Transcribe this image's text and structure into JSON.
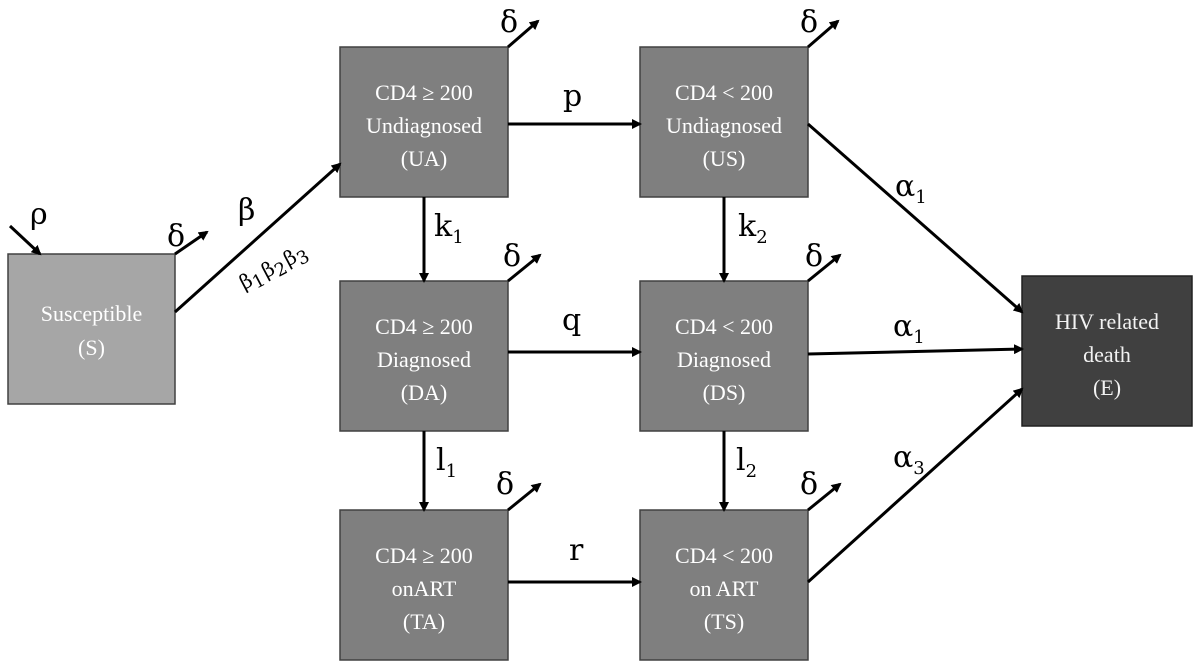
{
  "diagram": {
    "nodes": {
      "S": {
        "lines": [
          "Susceptible",
          "(S)"
        ],
        "fill": "#a6a6a6"
      },
      "UA": {
        "lines": [
          "CD4 ≥ 200",
          "Undiagnosed",
          "(UA)"
        ],
        "fill": "#7f7f7f"
      },
      "US": {
        "lines": [
          "CD4 < 200",
          "Undiagnosed",
          "(US)"
        ],
        "fill": "#7f7f7f"
      },
      "DA": {
        "lines": [
          "CD4 ≥ 200",
          "Diagnosed",
          "(DA)"
        ],
        "fill": "#7f7f7f"
      },
      "DS": {
        "lines": [
          "CD4 < 200",
          "Diagnosed",
          "(DS)"
        ],
        "fill": "#7f7f7f"
      },
      "TA": {
        "lines": [
          "CD4 ≥ 200",
          "onART",
          "(TA)"
        ],
        "fill": "#7f7f7f"
      },
      "TS": {
        "lines": [
          "CD4 < 200",
          "on ART",
          "(TS)"
        ],
        "fill": "#7f7f7f"
      },
      "E": {
        "lines": [
          "HIV related",
          "death",
          "(E)"
        ],
        "fill": "#404040"
      }
    },
    "rates": {
      "rho": "ρ",
      "delta": "δ",
      "beta": "β",
      "beta_sub": {
        "base": "β",
        "subs": [
          "1",
          "2",
          "3"
        ]
      },
      "p": "p",
      "q": "q",
      "r": "r",
      "k1": {
        "base": "k",
        "sub": "1"
      },
      "k2": {
        "base": "k",
        "sub": "2"
      },
      "l1": {
        "base": "l",
        "sub": "1"
      },
      "l2": {
        "base": "l",
        "sub": "2"
      },
      "alpha1_a": {
        "base": "α",
        "sub": "1"
      },
      "alpha1_b": {
        "base": "α",
        "sub": "1"
      },
      "alpha3": {
        "base": "α",
        "sub": "3"
      }
    }
  }
}
